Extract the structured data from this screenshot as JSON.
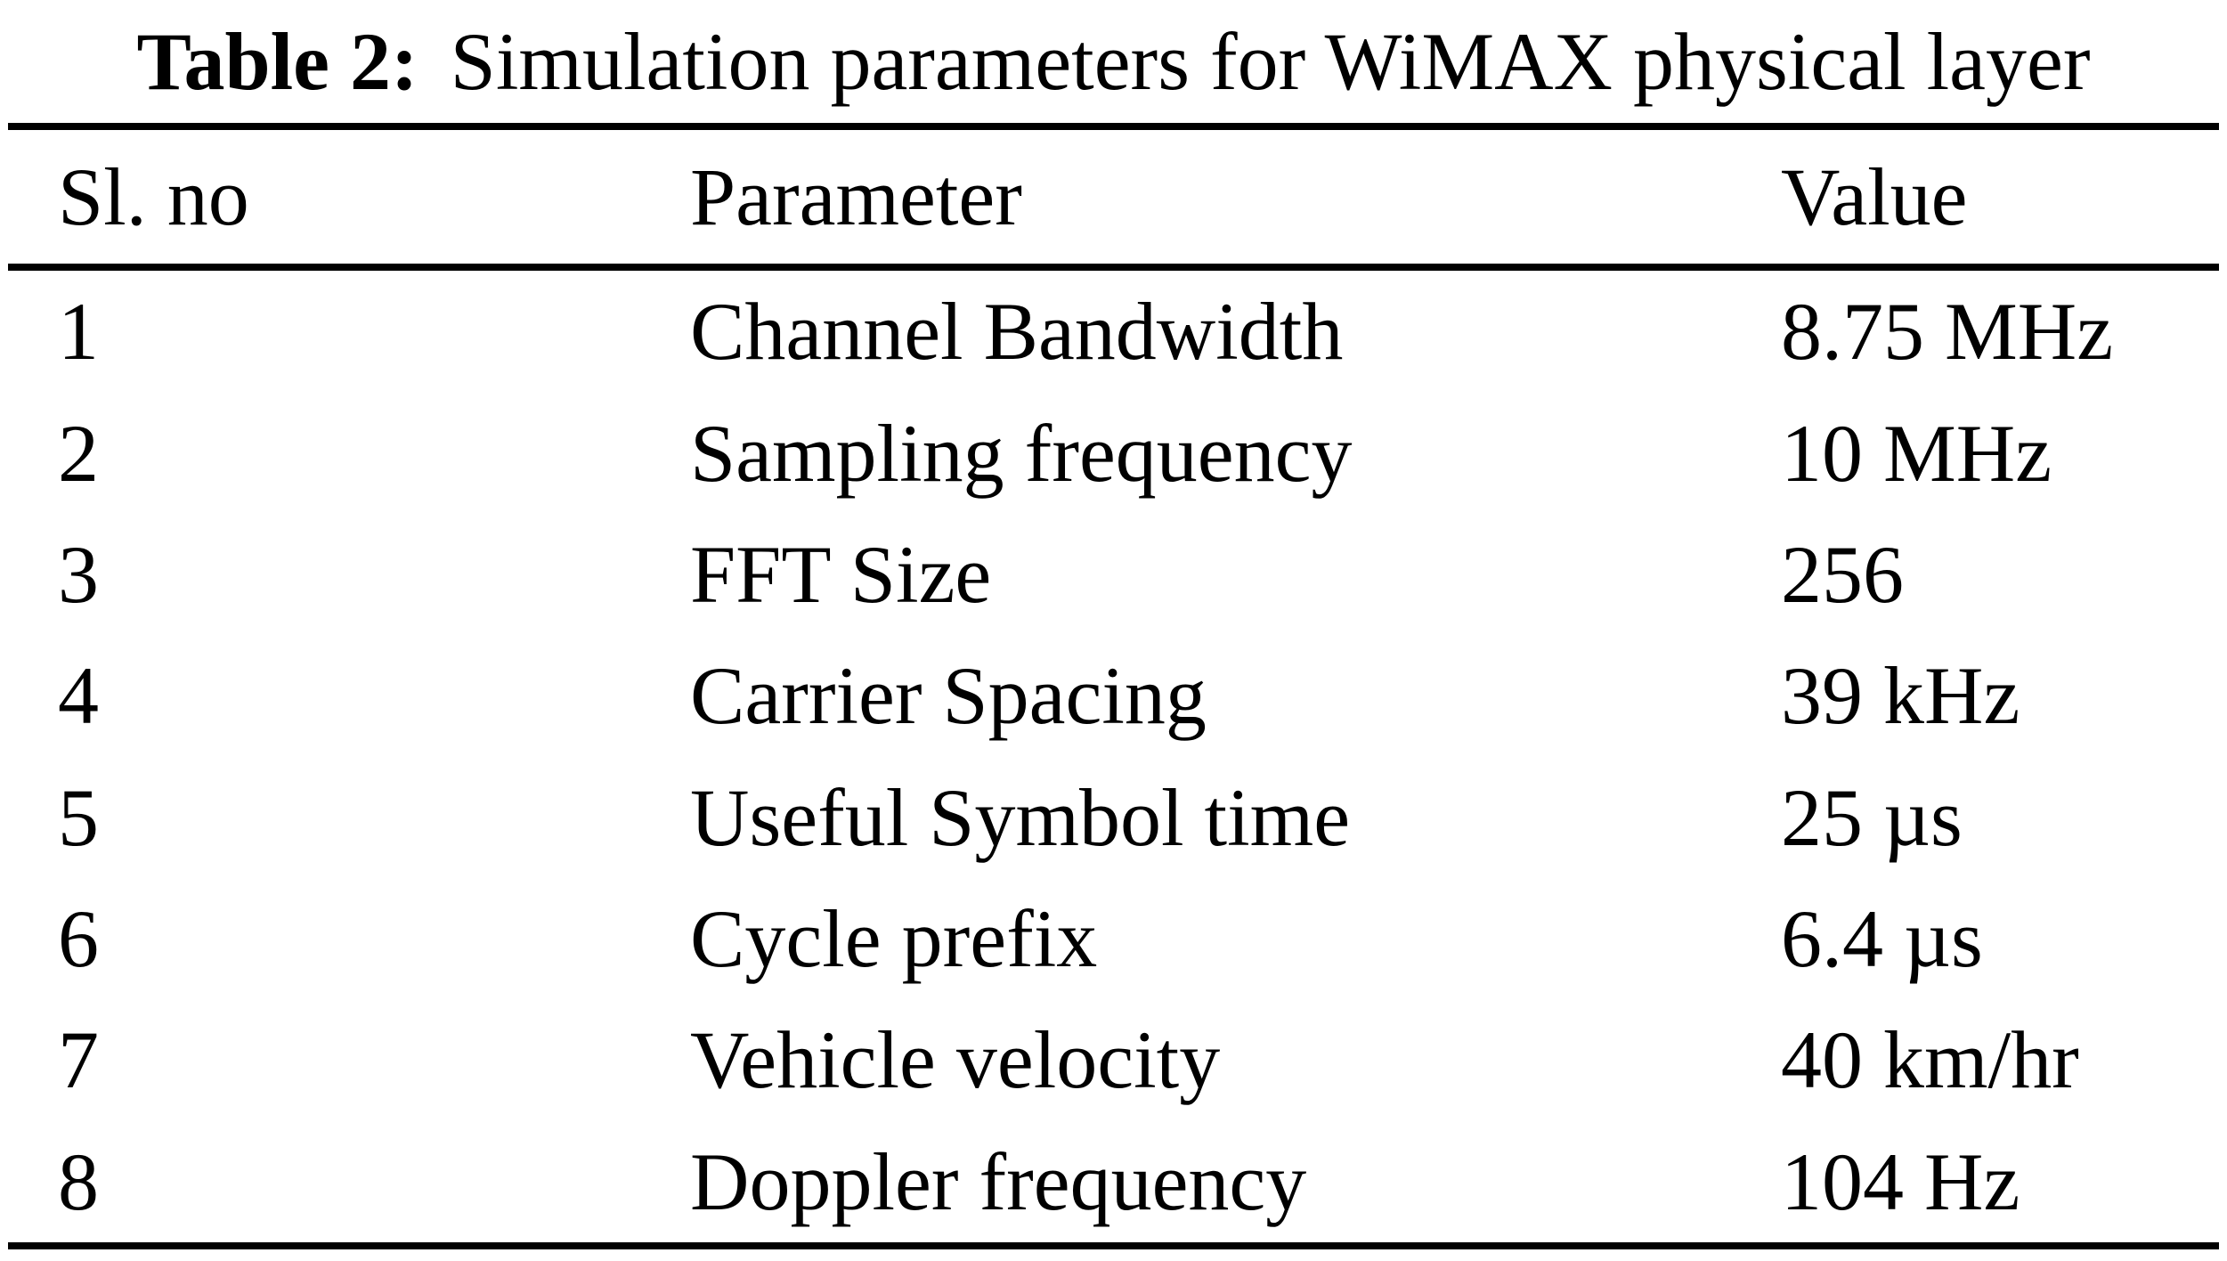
{
  "caption": {
    "label": "Table 2:",
    "text": "Simulation parameters for WiMAX physical layer"
  },
  "colors": {
    "text": "#000000",
    "background": "#ffffff",
    "rule": "#000000"
  },
  "table": {
    "columns": [
      "Sl. no",
      "Parameter",
      "Value"
    ],
    "rows": [
      {
        "sl_no": "1",
        "parameter": "Channel Bandwidth",
        "value": "8.75 MHz"
      },
      {
        "sl_no": "2",
        "parameter": "Sampling frequency",
        "value": "10 MHz"
      },
      {
        "sl_no": "3",
        "parameter": "FFT Size",
        "value": "256"
      },
      {
        "sl_no": "4",
        "parameter": "Carrier Spacing",
        "value": "39 kHz"
      },
      {
        "sl_no": "5",
        "parameter": "Useful Symbol time",
        "value": "25 µs"
      },
      {
        "sl_no": "6",
        "parameter": "Cycle prefix",
        "value": "6.4 µs"
      },
      {
        "sl_no": "7",
        "parameter": "Vehicle velocity",
        "value": "40 km/hr"
      },
      {
        "sl_no": "8",
        "parameter": "Doppler frequency",
        "value": "104 Hz"
      }
    ]
  }
}
